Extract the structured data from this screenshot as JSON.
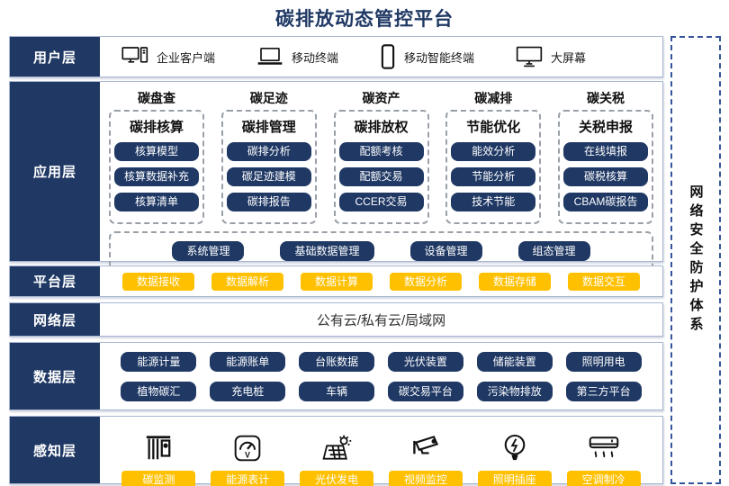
{
  "title": "碳排放动态管控平台",
  "colors": {
    "navy": "#1f3864",
    "yellow": "#ffc000",
    "row_border": "#a8b6d2",
    "dashed_gray": "#9aa0a8",
    "sidebar_dash": "#35549b",
    "title_text": "#1f3864"
  },
  "user_layer": {
    "label": "用户层",
    "items": [
      {
        "icon": "desktop-pc-icon",
        "label": "企业客户端"
      },
      {
        "icon": "laptop-icon",
        "label": "移动终端"
      },
      {
        "icon": "smartphone-icon",
        "label": "移动智能终端"
      },
      {
        "icon": "big-screen-icon",
        "label": "大屏幕"
      }
    ]
  },
  "app_layer": {
    "label": "应用层",
    "columns": [
      {
        "header": "碳盘查",
        "subheader": "碳排核算",
        "items": [
          "核算模型",
          "核算数据补充",
          "核算清单"
        ]
      },
      {
        "header": "碳足迹",
        "subheader": "碳排管理",
        "items": [
          "碳排分析",
          "碳足迹建模",
          "碳排报告"
        ]
      },
      {
        "header": "碳资产",
        "subheader": "碳排放权",
        "items": [
          "配额考核",
          "配额交易",
          "CCER交易"
        ]
      },
      {
        "header": "碳减排",
        "subheader": "节能优化",
        "items": [
          "能效分析",
          "节能分析",
          "技术节能"
        ]
      },
      {
        "header": "碳关税",
        "subheader": "关税申报",
        "items": [
          "在线填报",
          "碳税核算",
          "CBAM碳报告"
        ]
      }
    ],
    "bottom_items": [
      "系统管理",
      "基础数据管理",
      "设备管理",
      "组态管理"
    ]
  },
  "platform_layer": {
    "label": "平台层",
    "items": [
      "数据接收",
      "数据解析",
      "数据计算",
      "数据分析",
      "数据存储",
      "数据交互"
    ]
  },
  "network_layer": {
    "label": "网络层",
    "text": "公有云/私有云/局域网"
  },
  "data_layer": {
    "label": "数据层",
    "rows": [
      [
        "能源计量",
        "能源账单",
        "台账数据",
        "光伏装置",
        "储能装置",
        "照明用电"
      ],
      [
        "植物碳汇",
        "充电桩",
        "车辆",
        "碳交易平台",
        "污染物排放",
        "第三方平台"
      ]
    ]
  },
  "perception_layer": {
    "label": "感知层",
    "items": [
      {
        "icon": "carbon-monitor-icon",
        "label": "碳监测"
      },
      {
        "icon": "energy-meter-icon",
        "label": "能源表计"
      },
      {
        "icon": "solar-panel-icon",
        "label": "光伏发电"
      },
      {
        "icon": "cctv-camera-icon",
        "label": "视频监控"
      },
      {
        "icon": "light-bulb-icon",
        "label": "照明插座"
      },
      {
        "icon": "air-conditioner-icon",
        "label": "空调制冷"
      }
    ]
  },
  "security_sidebar": {
    "text": "网络安全防护体系"
  }
}
